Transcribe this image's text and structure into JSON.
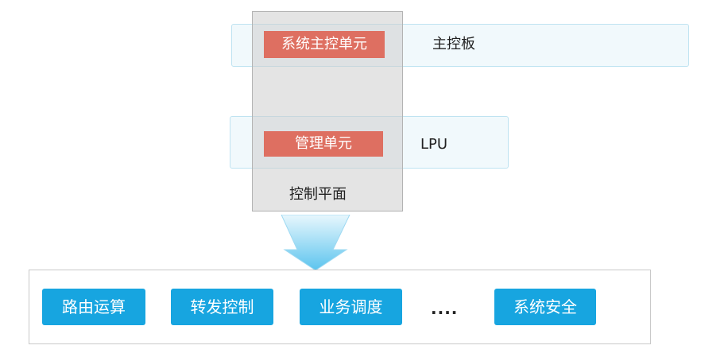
{
  "top_row": {
    "unit": "系统主控单元",
    "board": "主控板"
  },
  "middle_row": {
    "unit": "管理单元",
    "board": "LPU"
  },
  "control_plane_label": "控制平面",
  "functions": [
    "路由运算",
    "转发控制",
    "业务调度",
    "....",
    "系统安全"
  ],
  "colors": {
    "unit_fill": "#de6f61",
    "band_fill": "#f1f9fc",
    "band_border": "#bfe3f1",
    "control_plane_fill": "#cdcdcd",
    "function_fill": "#17a5e0",
    "arrow_fill": "#7fd0f0"
  }
}
